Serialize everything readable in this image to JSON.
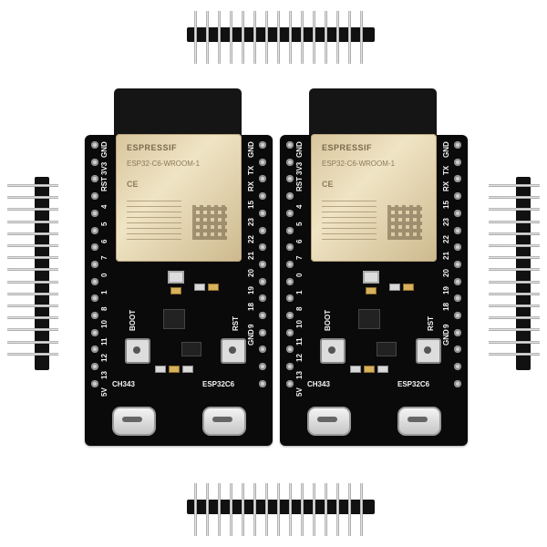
{
  "boards": [
    {
      "module": {
        "logo": "ESPRESSIF",
        "model": "ESP32-C6-WROOM-1",
        "ce": "CE"
      },
      "left_labels": [
        "GND",
        "3V3",
        "RST",
        "4",
        "5",
        "6",
        "7",
        "0",
        "1",
        "8",
        "10",
        "11",
        "12",
        "13",
        "5V"
      ],
      "right_labels": [
        "GND",
        "TX",
        "RX",
        "15",
        "23",
        "22",
        "21",
        "20",
        "19",
        "18",
        "9",
        "GND"
      ],
      "port_labels": [
        "CH343",
        "ESP32C6"
      ],
      "button_labels": [
        "BOOT",
        "RST"
      ]
    },
    {
      "module": {
        "logo": "ESPRESSIF",
        "model": "ESP32-C6-WROOM-1",
        "ce": "CE"
      },
      "left_labels": [
        "GND",
        "3V3",
        "RST",
        "4",
        "5",
        "6",
        "7",
        "0",
        "1",
        "8",
        "10",
        "11",
        "12",
        "13",
        "5V"
      ],
      "right_labels": [
        "GND",
        "TX",
        "RX",
        "15",
        "23",
        "22",
        "21",
        "20",
        "19",
        "18",
        "9",
        "GND"
      ],
      "port_labels": [
        "CH343",
        "ESP32C6"
      ],
      "button_labels": [
        "BOOT",
        "RST"
      ]
    }
  ]
}
